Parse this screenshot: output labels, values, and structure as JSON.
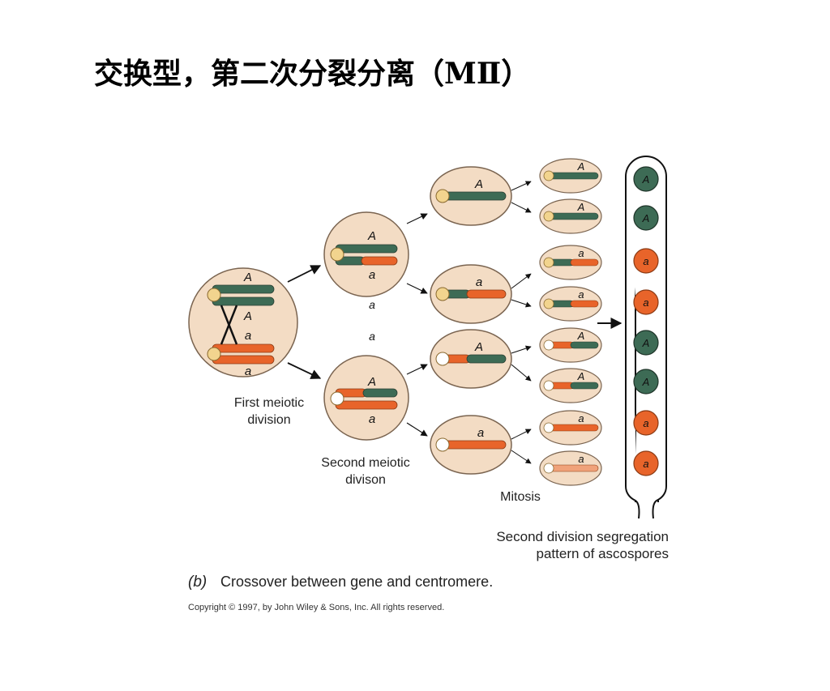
{
  "slide": {
    "title_cn": "交换型，第二次分裂分离（",
    "title_roman": "MⅡ",
    "title_close": "）"
  },
  "figure": {
    "labels": {
      "first_division": [
        "First meiotic",
        "division"
      ],
      "second_division": [
        "Second meiotic",
        "divison"
      ],
      "mitosis": "Mitosis",
      "pattern": [
        "Second division segregation",
        "pattern of ascospores"
      ],
      "panel_letter": "(b)",
      "caption": "Crossover between gene and centromere.",
      "copyright": "Copyright © 1997, by John Wiley & Sons, Inc. All rights reserved."
    },
    "meiosis1_cell": {
      "alleles": [
        "A",
        "A",
        "a",
        "a"
      ]
    },
    "meiosis2_cells": [
      {
        "alleles": [
          "A",
          "a"
        ],
        "below": "a"
      },
      {
        "alleles": [
          "A",
          "a"
        ],
        "below": "a"
      }
    ],
    "mitosis_cells": [
      {
        "allele": "A"
      },
      {
        "allele": "a"
      },
      {
        "allele": "A"
      },
      {
        "allele": "a"
      }
    ],
    "ascospore_cells": [
      {
        "allele": "A"
      },
      {
        "allele": "A"
      },
      {
        "allele": "a"
      },
      {
        "allele": "a"
      },
      {
        "allele": "A"
      },
      {
        "allele": "A"
      },
      {
        "allele": "a"
      },
      {
        "allele": "a"
      }
    ],
    "ascus_spores": [
      "A",
      "A",
      "a",
      "a",
      "A",
      "A",
      "a",
      "a"
    ],
    "colors": {
      "green": "#3d6b55",
      "orange": "#e8642a",
      "cell_fill": "#f3dcc4",
      "cell_stroke": "#7a6450",
      "centromere": "#f2d48e",
      "centromere_white": "#ffffff"
    }
  }
}
